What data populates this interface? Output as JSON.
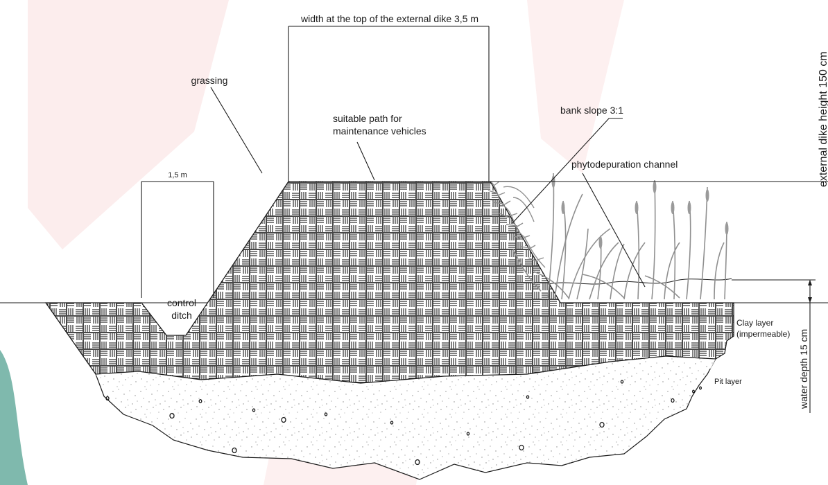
{
  "labels": {
    "top_width": "width at the top of the external dike 3,5 m",
    "grassing": "grassing",
    "ditch_width": "1,5 m",
    "path_line1": "suitable path for",
    "path_line2": "maintenance vehicles",
    "bank_slope": "bank slope 3:1",
    "phyto": "phytodepuration channel",
    "ditch_line1": "control",
    "ditch_line2": "ditch",
    "clay_line1": "Clay layer",
    "clay_line2": "(impermeable)",
    "pit": "Pit layer",
    "dike_height": "external dike height 150 cm",
    "water_depth": "water depth 15 cm"
  },
  "colors": {
    "line": "#1a1a1a",
    "clay_fill": "#ffffff",
    "pit_speckle": "#8a8a8a",
    "vegetation": "#8f8f8f",
    "background_accent_pink": "#fbe6e6",
    "background_accent_teal": "#7fb9ad"
  }
}
